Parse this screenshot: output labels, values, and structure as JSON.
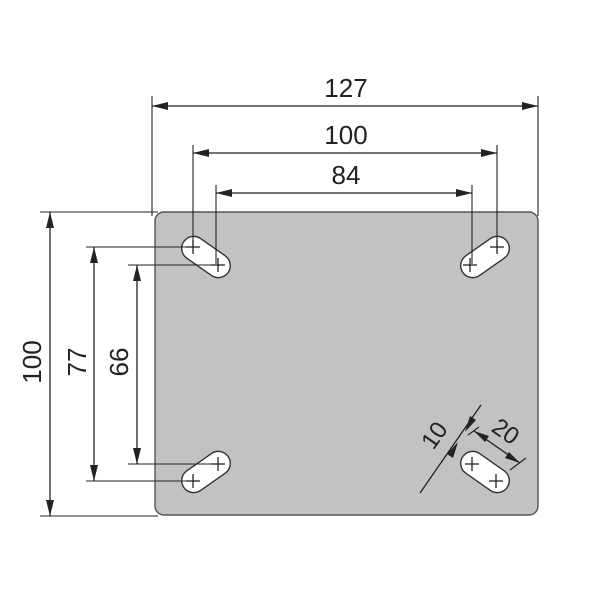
{
  "plate": {
    "fill": "#c2c2c2",
    "stroke": "#555555"
  },
  "dimensions": {
    "overall_width": "127",
    "hole_spacing_outer_x": "100",
    "hole_spacing_inner_x": "84",
    "overall_height": "100",
    "hole_spacing_outer_y": "77",
    "hole_spacing_inner_y": "66",
    "slot_width": "10",
    "slot_length": "20"
  }
}
